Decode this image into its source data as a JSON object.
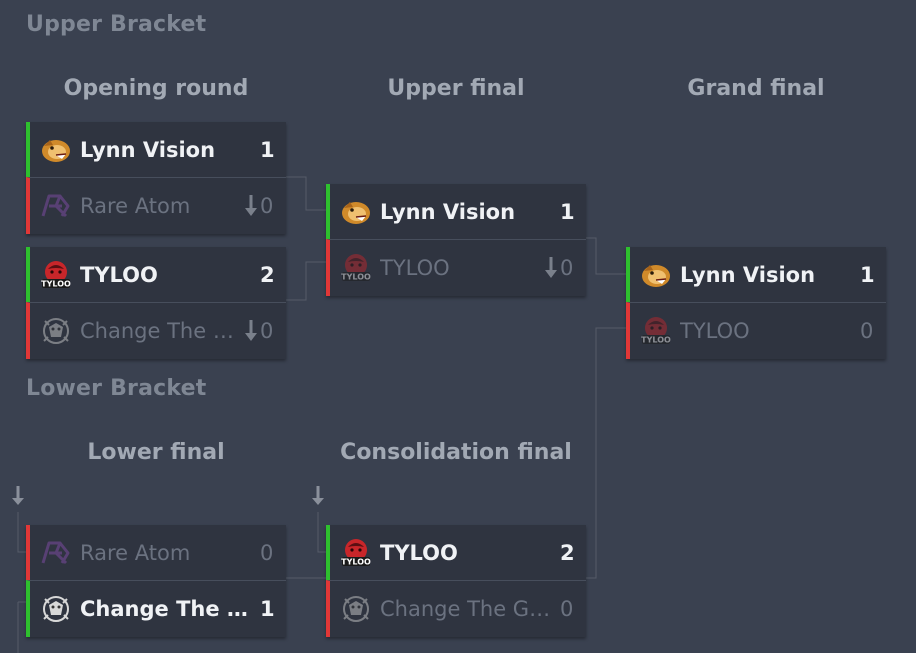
{
  "brackets": {
    "upper_title": "Upper Bracket",
    "lower_title": "Lower Bracket"
  },
  "rounds": {
    "opening": "Opening round",
    "upper_final": "Upper final",
    "grand_final": "Grand final",
    "lower_final": "Lower final",
    "consolidation_final": "Consolidation final"
  },
  "matches": {
    "opening_1": {
      "team1": {
        "name": "Lynn Vision",
        "score": "1",
        "result": "win",
        "logo": "lynn-vision-logo"
      },
      "team2": {
        "name": "Rare Atom",
        "score": "0",
        "result": "loss",
        "logo": "rare-atom-logo",
        "drop_arrow": true
      }
    },
    "opening_2": {
      "team1": {
        "name": "TYLOO",
        "score": "2",
        "result": "win",
        "logo": "tyloo-logo"
      },
      "team2": {
        "name": "Change The G...",
        "score": "0",
        "result": "loss",
        "logo": "change-the-game-logo",
        "drop_arrow": true
      }
    },
    "upper_final": {
      "team1": {
        "name": "Lynn Vision",
        "score": "1",
        "result": "win",
        "logo": "lynn-vision-logo"
      },
      "team2": {
        "name": "TYLOO",
        "score": "0",
        "result": "loss",
        "logo": "tyloo-logo",
        "drop_arrow": true
      }
    },
    "grand_final": {
      "team1": {
        "name": "Lynn Vision",
        "score": "1",
        "result": "win",
        "logo": "lynn-vision-logo"
      },
      "team2": {
        "name": "TYLOO",
        "score": "0",
        "result": "loss",
        "logo": "tyloo-logo"
      }
    },
    "lower_final": {
      "team1": {
        "name": "Rare Atom",
        "score": "0",
        "result": "loss",
        "logo": "rare-atom-logo"
      },
      "team2": {
        "name": "Change The Ga...",
        "score": "1",
        "result": "win",
        "logo": "change-the-game-logo"
      }
    },
    "consolidation_final": {
      "team1": {
        "name": "TYLOO",
        "score": "2",
        "result": "win",
        "logo": "tyloo-logo"
      },
      "team2": {
        "name": "Change The Ga...",
        "score": "0",
        "result": "loss",
        "logo": "change-the-game-logo"
      }
    }
  },
  "colors": {
    "background": "#3a4150",
    "card": "#2f3440",
    "win": "#2ec02e",
    "loss": "#e13737"
  }
}
